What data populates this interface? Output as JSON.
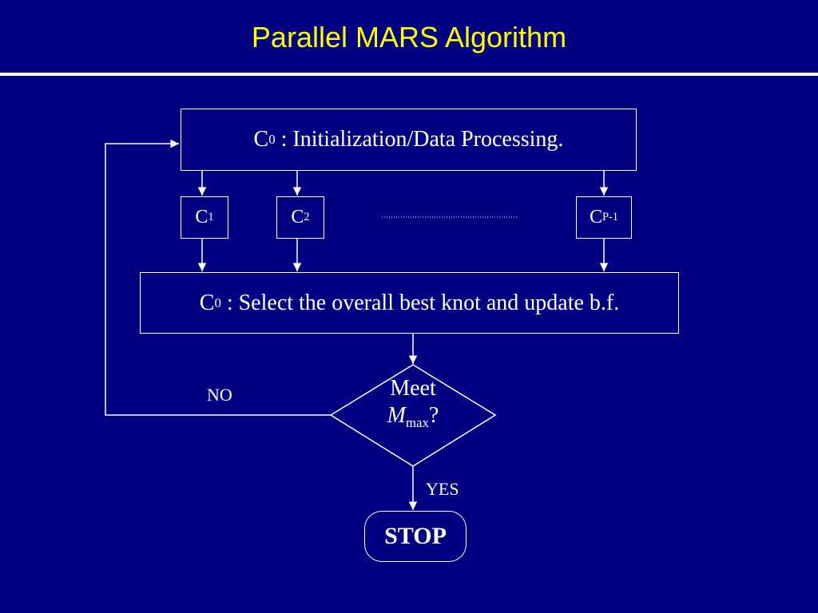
{
  "slide": {
    "title": "Parallel MARS Algorithm"
  },
  "flowchart": {
    "init_box": {
      "c": "C",
      "sub": "0",
      "text": " : Initialization/Data Processing."
    },
    "workers": [
      {
        "c": "C",
        "sub": "1"
      },
      {
        "c": "C",
        "sub": "2"
      },
      {
        "c": "C",
        "sub": "P-1"
      }
    ],
    "select_box": {
      "c": "C",
      "sub": "0",
      "text": " : Select the overall best knot and update b.f."
    },
    "decision": {
      "line1": "Meet",
      "var": "M",
      "var_sub": "max",
      "suffix": "?"
    },
    "no_label": "NO",
    "yes_label": "YES",
    "stop_label": "STOP"
  },
  "colors": {
    "background": "#000080",
    "title": "#ffff00",
    "lines": "#ffffff"
  }
}
